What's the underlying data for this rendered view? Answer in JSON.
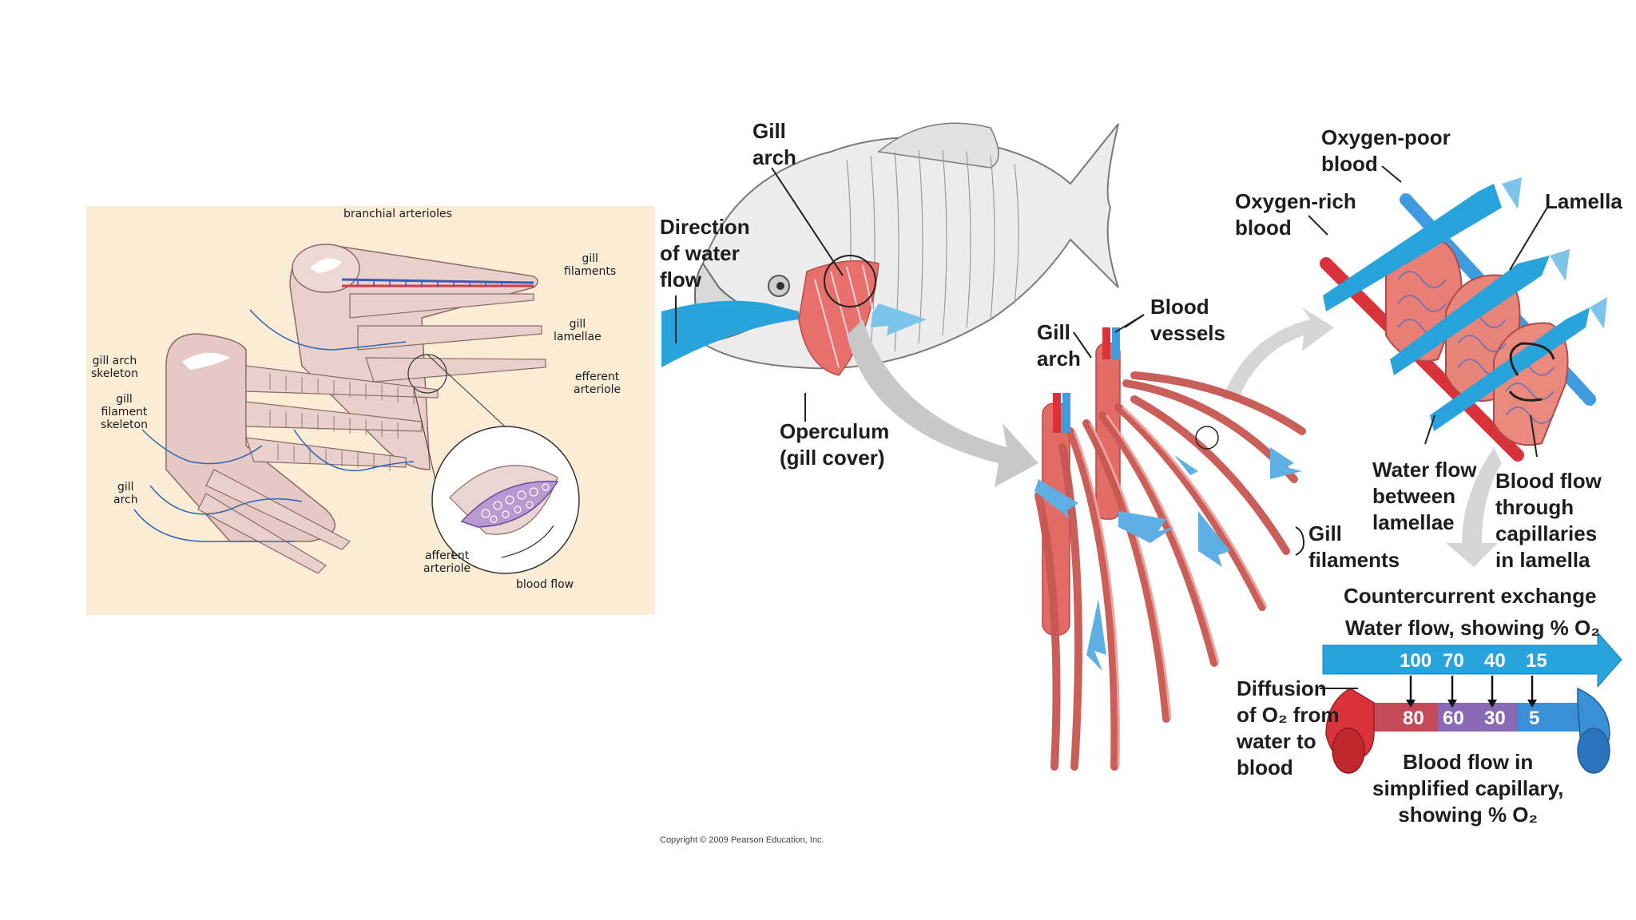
{
  "left_diagram": {
    "labels": {
      "branchial_arterioles": "branchial arterioles",
      "gill_filaments": "gill\nfilaments",
      "gill_lamellae": "gill\nlamellae",
      "efferent_arteriole": "efferent\narteriole",
      "gill_arch_skeleton": "gill arch\nskeleton",
      "gill_filament_skeleton": "gill\nfilament\nskeleton",
      "gill_arch": "gill\narch",
      "afferent_arteriole": "afferent\narteriole",
      "blood_flow": "blood flow"
    }
  },
  "right_diagram": {
    "labels": {
      "gill_arch_top": "Gill\narch",
      "direction_of_water_flow": "Direction\nof water\nflow",
      "operculum": "Operculum\n(gill cover)",
      "gill_arch_mid": "Gill\narch",
      "blood_vessels": "Blood\nvessels",
      "gill_filaments": "Gill\nfilaments",
      "oxygen_poor_blood": "Oxygen-poor\nblood",
      "oxygen_rich_blood": "Oxygen-rich\nblood",
      "lamella": "Lamella",
      "water_flow_between_lamellae": "Water flow\nbetween\nlamellae",
      "blood_flow_through_capillaries": "Blood flow\nthrough\ncapillaries\nin lamella",
      "countercurrent_exchange": "Countercurrent exchange",
      "water_flow_showing": "Water flow, showing % O₂",
      "diffusion": "Diffusion\nof O₂ from\nwater to\nblood",
      "blood_flow_in_capillary": "Blood flow in\nsimplified capillary,\nshowing % O₂"
    },
    "water_percent_o2": [
      "100",
      "70",
      "40",
      "15"
    ],
    "blood_percent_o2": [
      "80",
      "60",
      "30",
      "5"
    ]
  },
  "copyright": "Copyright © 2009 Pearson Education, Inc.",
  "colors": {
    "panel_background": "#fbecd6",
    "water_blue": "#29a3dc",
    "blood_red": "#d9323a",
    "filament_red": "#e5736f"
  }
}
